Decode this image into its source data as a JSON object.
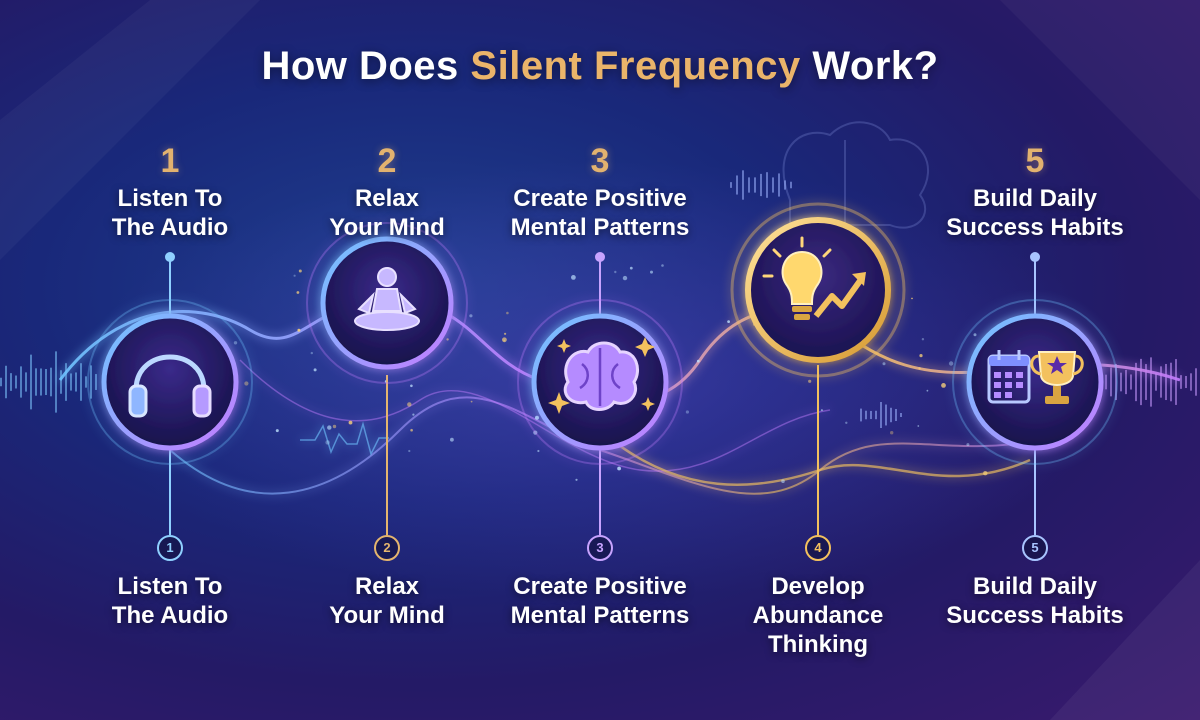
{
  "title": {
    "prefix": "How Does ",
    "highlight": "Silent Frequency",
    "suffix": " Work?"
  },
  "steps": [
    {
      "number": "1",
      "top_label": "Listen To\nThe Audio",
      "badge": "1",
      "bottom_label": "Listen To\nThe Audio",
      "icon": "headphones-icon"
    },
    {
      "number": "2",
      "top_label": "Relax\nYour Mind",
      "badge": "2",
      "bottom_label": "Relax\nYour Mind",
      "icon": "meditation-icon"
    },
    {
      "number": "3",
      "top_label": "Create Positive\nMental Patterns",
      "badge": "3",
      "bottom_label": "Create Positive\nMental Patterns",
      "icon": "brain-icon"
    },
    {
      "number": "",
      "top_label": "",
      "badge": "4",
      "bottom_label": "Develop\nAbundance\nThinking",
      "icon": "lightbulb-growth-icon"
    },
    {
      "number": "5",
      "top_label": "Build Daily\nSuccess Habits",
      "badge": "5",
      "bottom_label": "Build Daily\nSuccess Habits",
      "icon": "calendar-trophy-icon"
    }
  ],
  "colors": {
    "accent_gold": "#eab46a",
    "ring_blue": "#6fc4ff",
    "ring_purple": "#c37cff",
    "ring_gold": "#f3c15e"
  }
}
